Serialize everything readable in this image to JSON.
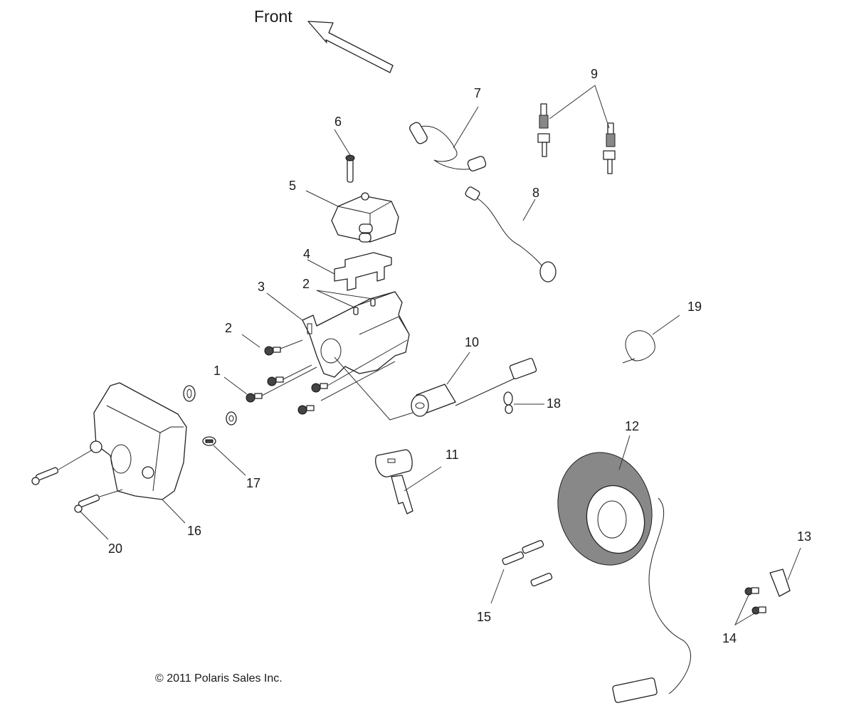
{
  "diagram": {
    "direction_label": "Front",
    "copyright": "© 2011 Polaris Sales Inc.",
    "callouts": [
      {
        "id": "1",
        "label": "1",
        "part": "flange-bolt"
      },
      {
        "id": "2a",
        "label": "2",
        "part": "bolt"
      },
      {
        "id": "2b",
        "label": "2",
        "part": "stud-pins"
      },
      {
        "id": "3",
        "label": "3",
        "part": "mounting-bracket"
      },
      {
        "id": "4",
        "label": "4",
        "part": "coil-bracket"
      },
      {
        "id": "5",
        "label": "5",
        "part": "ignition-coil"
      },
      {
        "id": "6",
        "label": "6",
        "part": "coil-screw"
      },
      {
        "id": "7",
        "label": "7",
        "part": "spark-plug-wire-front"
      },
      {
        "id": "8",
        "label": "8",
        "part": "spark-plug-wire-rear"
      },
      {
        "id": "9",
        "label": "9",
        "part": "spark-plugs"
      },
      {
        "id": "10",
        "label": "10",
        "part": "ignition-switch"
      },
      {
        "id": "11",
        "label": "11",
        "part": "key"
      },
      {
        "id": "12",
        "label": "12",
        "part": "stator"
      },
      {
        "id": "13",
        "label": "13",
        "part": "wire-clamp"
      },
      {
        "id": "14",
        "label": "14",
        "part": "clamp-screws"
      },
      {
        "id": "15",
        "label": "15",
        "part": "stator-bolts"
      },
      {
        "id": "16",
        "label": "16",
        "part": "switch-cover"
      },
      {
        "id": "17",
        "label": "17",
        "part": "grommet-nut"
      },
      {
        "id": "18",
        "label": "18",
        "part": "wire-clip"
      },
      {
        "id": "19",
        "label": "19",
        "part": "cable-tie"
      },
      {
        "id": "20",
        "label": "20",
        "part": "cover-screws"
      }
    ]
  }
}
